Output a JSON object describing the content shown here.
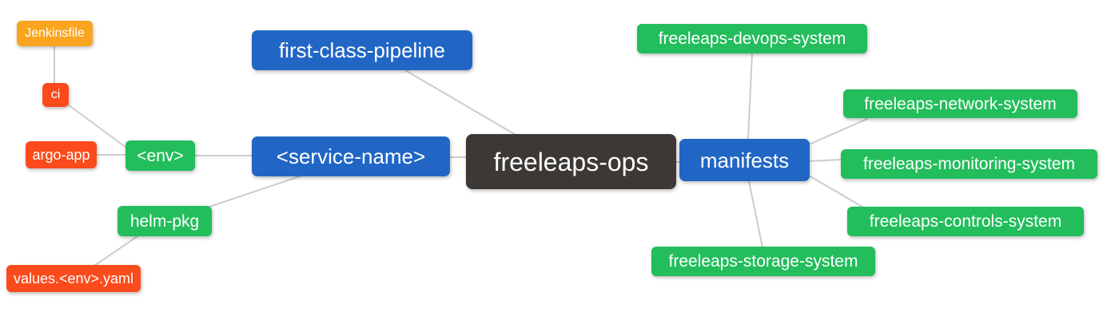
{
  "diagram_type": "mindmap",
  "palette": {
    "blue": "#2166C5",
    "green": "#23BD5C",
    "red": "#FB4B1C",
    "amber": "#FAA520",
    "dark": "#3B3835",
    "edge": "#CCCCCC",
    "node_text": "#FFFFFF",
    "background": "#FFFFFF"
  },
  "root": "freeleaps-ops",
  "nodes": {
    "jenkinsfile": {
      "label": "Jenkinsfile",
      "color": "#FAA520"
    },
    "ci": {
      "label": "ci",
      "color": "#FB4B1C"
    },
    "argo_app": {
      "label": "argo-app",
      "color": "#FB4B1C"
    },
    "env": {
      "label": "<env>",
      "color": "#23BD5C"
    },
    "helm_pkg": {
      "label": "helm-pkg",
      "color": "#23BD5C"
    },
    "values_env_yaml": {
      "label": "values.<env>.yaml",
      "color": "#FB4B1C"
    },
    "first_class_pipeline": {
      "label": "first-class-pipeline",
      "color": "#2166C5"
    },
    "service_name": {
      "label": "<service-name>",
      "color": "#2166C5"
    },
    "freeleaps_ops": {
      "label": "freeleaps-ops",
      "color": "#3B3835"
    },
    "manifests": {
      "label": "manifests",
      "color": "#2166C5"
    },
    "devops_system": {
      "label": "freeleaps-devops-system",
      "color": "#23BD5C"
    },
    "network_system": {
      "label": "freeleaps-network-system",
      "color": "#23BD5C"
    },
    "monitoring_system": {
      "label": "freeleaps-monitoring-system",
      "color": "#23BD5C"
    },
    "controls_system": {
      "label": "freeleaps-controls-system",
      "color": "#23BD5C"
    },
    "storage_system": {
      "label": "freeleaps-storage-system",
      "color": "#23BD5C"
    }
  },
  "edges": [
    {
      "from": "jenkinsfile",
      "to": "ci"
    },
    {
      "from": "ci",
      "to": "env"
    },
    {
      "from": "argo_app",
      "to": "env"
    },
    {
      "from": "env",
      "to": "service_name"
    },
    {
      "from": "helm_pkg",
      "to": "service_name"
    },
    {
      "from": "values_env_yaml",
      "to": "helm_pkg"
    },
    {
      "from": "first_class_pipeline",
      "to": "freeleaps_ops"
    },
    {
      "from": "service_name",
      "to": "freeleaps_ops"
    },
    {
      "from": "freeleaps_ops",
      "to": "manifests"
    },
    {
      "from": "manifests",
      "to": "devops_system"
    },
    {
      "from": "manifests",
      "to": "network_system"
    },
    {
      "from": "manifests",
      "to": "monitoring_system"
    },
    {
      "from": "manifests",
      "to": "controls_system"
    },
    {
      "from": "manifests",
      "to": "storage_system"
    }
  ]
}
